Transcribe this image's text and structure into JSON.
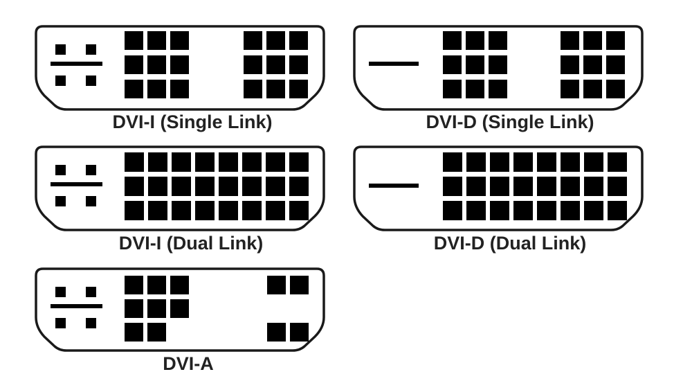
{
  "connectors": [
    {
      "id": "dvi-i-single",
      "label": "DVI-I (Single Link)",
      "analog": "cross",
      "link": "single"
    },
    {
      "id": "dvi-d-single",
      "label": "DVI-D (Single Link)",
      "analog": "bar",
      "link": "single"
    },
    {
      "id": "dvi-i-dual",
      "label": "DVI-I (Dual Link)",
      "analog": "cross",
      "link": "dual"
    },
    {
      "id": "dvi-d-dual",
      "label": "DVI-D (Dual Link)",
      "analog": "bar",
      "link": "dual"
    },
    {
      "id": "dvi-a",
      "label": "DVI-A",
      "analog": "cross",
      "link": "analog"
    }
  ],
  "colors": {
    "pin": "#000000",
    "outline": "#1a1a1a",
    "background": "#ffffff",
    "label": "#222222"
  }
}
